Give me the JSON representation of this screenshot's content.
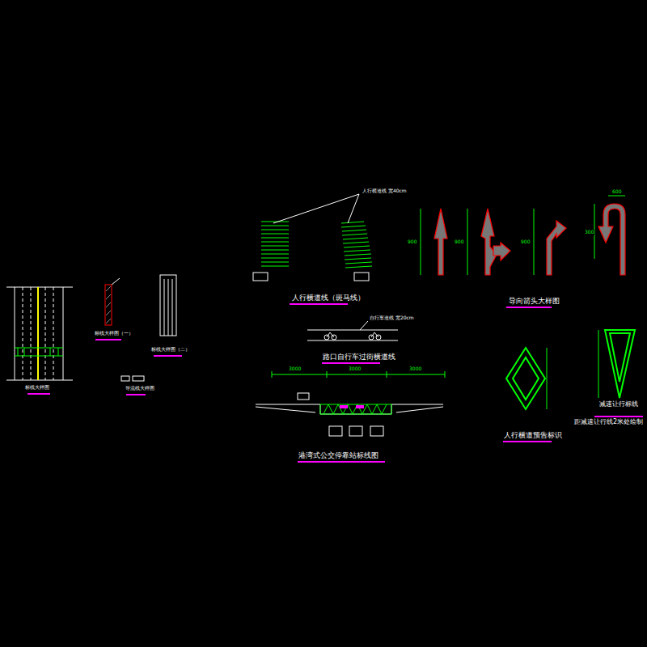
{
  "diagram": {
    "labels": [
      "人行横道线（斑马线）",
      "路口自行车过街横道线",
      "港湾式公交停靠站标线图",
      "导向箭头大样图",
      "人行横道预告标识",
      "减速让行标线",
      "距减速让行线2米处绘制",
      "标线大样图",
      "标线大样图（一）",
      "标线大样图（二）",
      "导流线大样图",
      "3000",
      "3000",
      "3000",
      "人行横道线 宽40cm",
      "自行车道线 宽20cm",
      "900",
      "900",
      "900",
      "300",
      "600"
    ]
  }
}
